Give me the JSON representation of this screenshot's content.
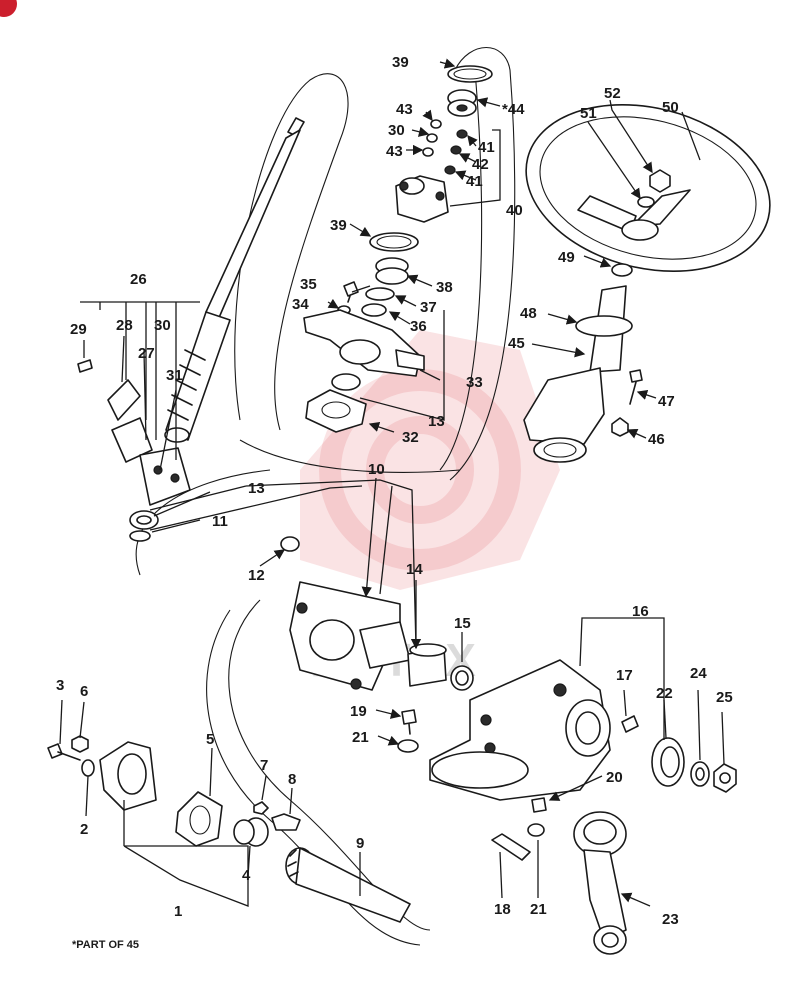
{
  "footnote": "*PART OF 45",
  "watermark": "ARTEX",
  "callouts": {
    "c1": "1",
    "c2": "2",
    "c3": "3",
    "c4": "4",
    "c5": "5",
    "c6": "6",
    "c7": "7",
    "c8": "8",
    "c9": "9",
    "c10": "10",
    "c11": "11",
    "c12": "12",
    "c13a": "13",
    "c13b": "13",
    "c14": "14",
    "c15": "15",
    "c16": "16",
    "c17": "17",
    "c18": "18",
    "c19": "19",
    "c20": "20",
    "c21a": "21",
    "c21b": "21",
    "c22": "22",
    "c23": "23",
    "c24": "24",
    "c25": "25",
    "c26": "26",
    "c27": "27",
    "c28": "28",
    "c29": "29",
    "c30a": "30",
    "c30b": "30",
    "c31": "31",
    "c32": "32",
    "c33": "33",
    "c34": "34",
    "c35": "35",
    "c36": "36",
    "c37": "37",
    "c38": "38",
    "c39a": "39",
    "c39b": "39",
    "c40": "40",
    "c41a": "41",
    "c41b": "41",
    "c42": "42",
    "c43a": "43",
    "c43b": "43",
    "c44": "*44",
    "c45": "45",
    "c46": "46",
    "c47": "47",
    "c48": "48",
    "c49": "49",
    "c50": "50",
    "c51": "51",
    "c52": "52"
  },
  "colors": {
    "ink": "#1a1a1a",
    "watermark": "#e0505a",
    "badge": "#cc1f2d"
  }
}
